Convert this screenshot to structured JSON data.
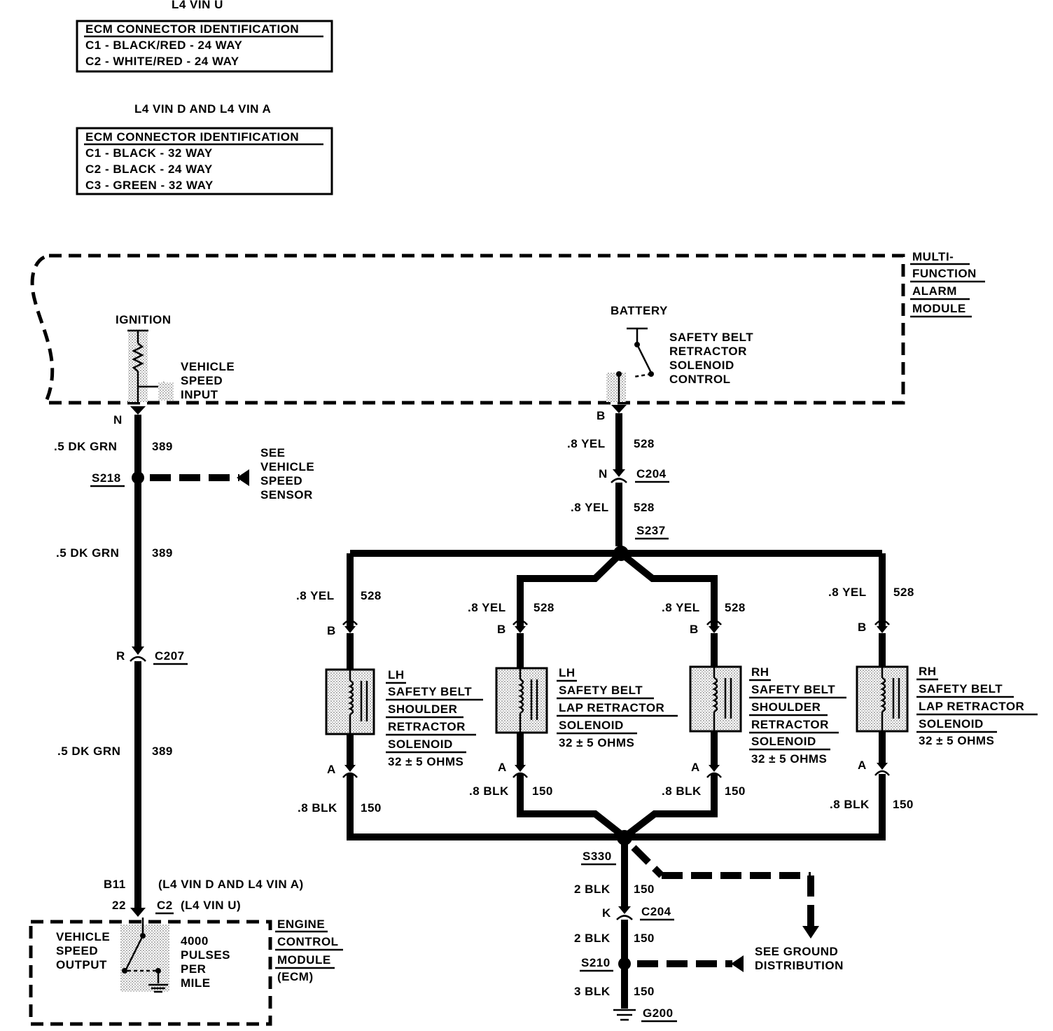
{
  "ecm_tables": [
    {
      "caption": "L4 VIN U",
      "heading": "ECM CONNECTOR IDENTIFICATION",
      "rows": [
        "C1 - BLACK/RED - 24 WAY",
        "C2 - WHITE/RED - 24 WAY"
      ]
    },
    {
      "caption": "L4 VIN D AND L4 VIN A",
      "heading": "ECM CONNECTOR IDENTIFICATION",
      "rows": [
        "C1 - BLACK - 32 WAY",
        "C2 - BLACK - 24 WAY",
        "C3 - GREEN - 32 WAY"
      ]
    }
  ],
  "mfam": {
    "label": [
      "MULTI-",
      "FUNCTION",
      "ALARM",
      "MODULE"
    ],
    "ignition": "IGNITION",
    "vehicle_speed_input": [
      "VEHICLE",
      "SPEED",
      "INPUT"
    ],
    "battery": "BATTERY",
    "solenoid_control": [
      "SAFETY BELT",
      "RETRACTOR",
      "SOLENOID",
      "CONTROL"
    ]
  },
  "left_circuit": {
    "pin_n": "N",
    "w1_gauge": ".5 DK GRN",
    "w1_circuit": "389",
    "splice": "S218",
    "see_vss": [
      "SEE",
      "VEHICLE",
      "SPEED",
      "SENSOR"
    ],
    "w2_gauge": ".5 DK GRN",
    "w2_circuit": "389",
    "c207_pin": "R",
    "c207": "C207",
    "w3_gauge": ".5 DK GRN",
    "w3_circuit": "389",
    "pin_b11": "B11",
    "b11_note": "(L4 VIN D AND L4 VIN A)",
    "pin_22": "22",
    "c2": "C2",
    "c2_note": "(L4 VIN U)"
  },
  "ecm": {
    "label": [
      "ENGINE",
      "CONTROL",
      "MODULE",
      "(ECM)"
    ],
    "output": [
      "VEHICLE",
      "SPEED",
      "OUTPUT"
    ],
    "pulses": [
      "4000",
      "PULSES",
      "PER",
      "MILE"
    ]
  },
  "right_circuit": {
    "pin_b": "B",
    "w1_gauge": ".8 YEL",
    "w1_circuit": "528",
    "c204_pin": "N",
    "c204": "C204",
    "w2_gauge": ".8 YEL",
    "w2_circuit": "528",
    "splice_top": "S237",
    "splice_bottom": "S330",
    "w3_gauge": "2 BLK",
    "w3_circuit": "150",
    "c204b_pin": "K",
    "c204b": "C204",
    "w4_gauge": "2 BLK",
    "w4_circuit": "150",
    "splice_s210": "S210",
    "see_ground": [
      "SEE GROUND",
      "DISTRIBUTION"
    ],
    "w5_gauge": "3 BLK",
    "w5_circuit": "150",
    "ground": "G200"
  },
  "solenoids": [
    {
      "top_gauge": ".8 YEL",
      "top_circuit": "528",
      "pin_top": "B",
      "pin_bottom": "A",
      "bot_gauge": ".8 BLK",
      "bot_circuit": "150",
      "label": [
        "LH",
        "SAFETY BELT",
        "SHOULDER",
        "RETRACTOR",
        "SOLENOID"
      ],
      "ohms": "32 ± 5 OHMS"
    },
    {
      "top_gauge": ".8 YEL",
      "top_circuit": "528",
      "pin_top": "B",
      "pin_bottom": "A",
      "bot_gauge": ".8 BLK",
      "bot_circuit": "150",
      "label": [
        "LH",
        "SAFETY BELT",
        "LAP RETRACTOR",
        "SOLENOID"
      ],
      "ohms": "32 ± 5 OHMS"
    },
    {
      "top_gauge": ".8 YEL",
      "top_circuit": "528",
      "pin_top": "B",
      "pin_bottom": "A",
      "bot_gauge": ".8 BLK",
      "bot_circuit": "150",
      "label": [
        "RH",
        "SAFETY BELT",
        "SHOULDER",
        "RETRACTOR",
        "SOLENOID"
      ],
      "ohms": "32 ± 5 OHMS"
    },
    {
      "top_gauge": ".8 YEL",
      "top_circuit": "528",
      "pin_top": "B",
      "pin_bottom": "A",
      "bot_gauge": ".8 BLK",
      "bot_circuit": "150",
      "label": [
        "RH",
        "SAFETY BELT",
        "LAP RETRACTOR",
        "SOLENOID"
      ],
      "ohms": "32 ± 5 OHMS"
    }
  ]
}
